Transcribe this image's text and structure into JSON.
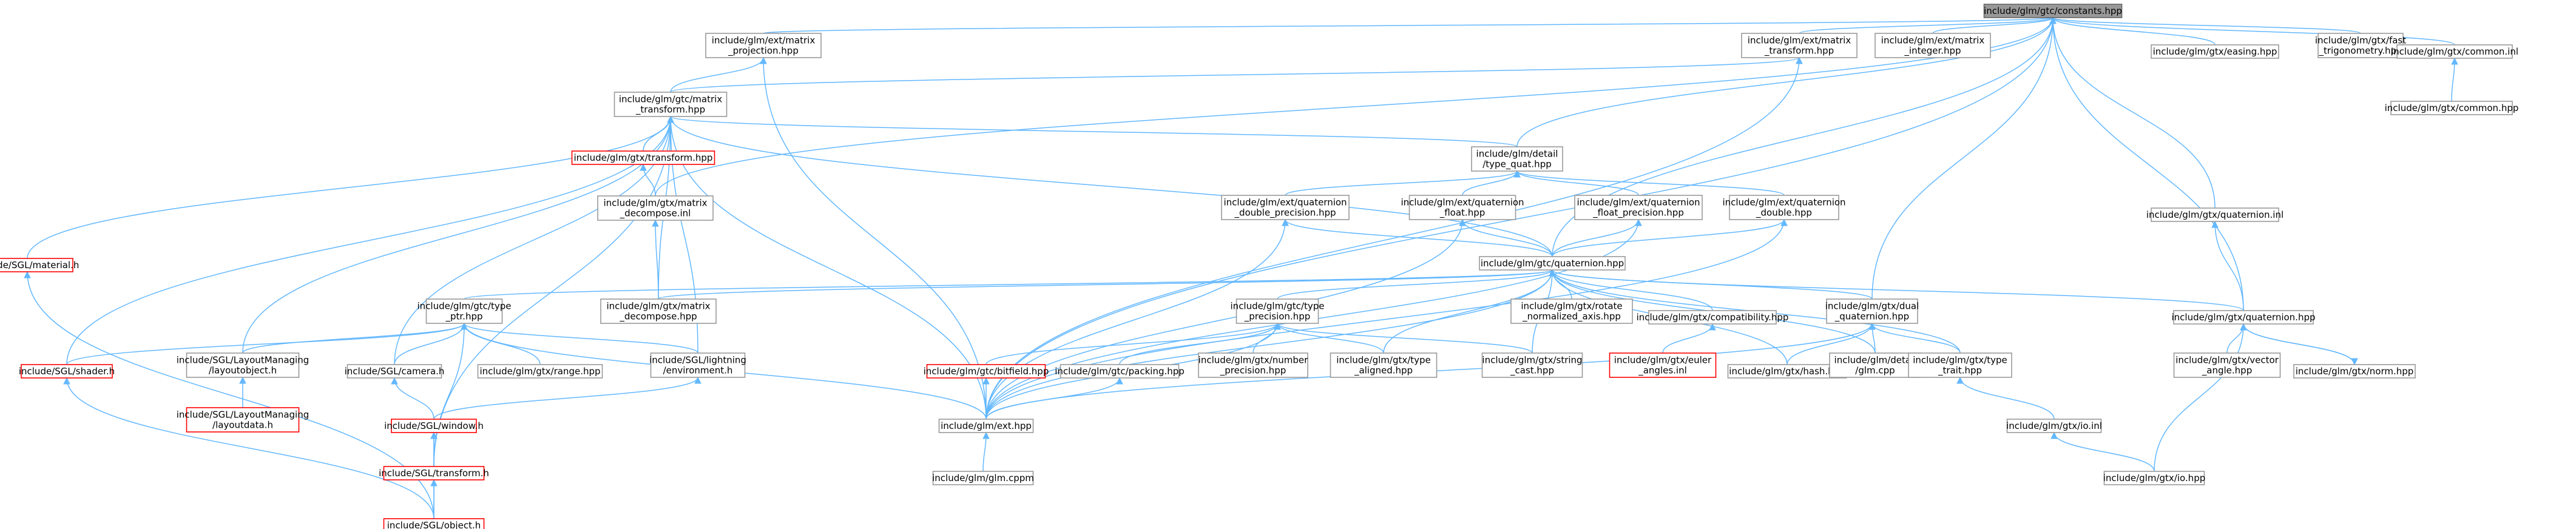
{
  "graph": {
    "nodes": [
      {
        "id": "root",
        "lines": [
          "include/glm/gtc/constants.hpp"
        ],
        "style": "root"
      },
      {
        "id": "proj",
        "lines": [
          "include/glm/ext/matrix",
          "_projection.hpp"
        ]
      },
      {
        "id": "xform",
        "lines": [
          "include/glm/ext/matrix",
          "_transform.hpp"
        ]
      },
      {
        "id": "mint",
        "lines": [
          "include/glm/ext/matrix",
          "_integer.hpp"
        ]
      },
      {
        "id": "easing",
        "lines": [
          "include/glm/gtx/easing.hpp"
        ]
      },
      {
        "id": "fasttrig",
        "lines": [
          "include/glm/gtx/fast",
          "_trigonometry.hpp"
        ]
      },
      {
        "id": "cominl",
        "lines": [
          "include/glm/gtx/common.inl"
        ]
      },
      {
        "id": "comhpp",
        "lines": [
          "include/glm/gtx/common.hpp"
        ]
      },
      {
        "id": "gtcmt",
        "lines": [
          "include/glm/gtc/matrix",
          "_transform.hpp"
        ]
      },
      {
        "id": "gtxtr",
        "lines": [
          "include/glm/gtx/transform.hpp"
        ],
        "style": "red"
      },
      {
        "id": "dquat",
        "lines": [
          "include/glm/detail",
          "/type_quat.hpp"
        ]
      },
      {
        "id": "mdinl",
        "lines": [
          "include/glm/gtx/matrix",
          "_decompose.inl"
        ]
      },
      {
        "id": "qdp",
        "lines": [
          "include/glm/ext/quaternion",
          "_double_precision.hpp"
        ]
      },
      {
        "id": "qf",
        "lines": [
          "include/glm/ext/quaternion",
          "_float.hpp"
        ]
      },
      {
        "id": "qfp",
        "lines": [
          "include/glm/ext/quaternion",
          "_float_precision.hpp"
        ]
      },
      {
        "id": "qd",
        "lines": [
          "include/glm/ext/quaternion",
          "_double.hpp"
        ]
      },
      {
        "id": "qinl",
        "lines": [
          "include/glm/gtx/quaternion.inl"
        ]
      },
      {
        "id": "material",
        "lines": [
          "include/SGL/material.h"
        ],
        "style": "red"
      },
      {
        "id": "gtcq",
        "lines": [
          "include/glm/gtc/quaternion.hpp"
        ]
      },
      {
        "id": "typeptr",
        "lines": [
          "include/glm/gtc/type",
          "_ptr.hpp"
        ]
      },
      {
        "id": "mdhpp",
        "lines": [
          "include/glm/gtx/matrix",
          "_decompose.hpp"
        ]
      },
      {
        "id": "rotnorm",
        "lines": [
          "include/glm/gtx/rotate",
          "_normalized_axis.hpp"
        ]
      },
      {
        "id": "compat",
        "lines": [
          "include/glm/gtx/compatibility.hpp"
        ]
      },
      {
        "id": "dualq",
        "lines": [
          "include/glm/gtx/dual",
          "_quaternion.hpp"
        ]
      },
      {
        "id": "gtxq",
        "lines": [
          "include/glm/gtx/quaternion.hpp"
        ]
      },
      {
        "id": "typeprec",
        "lines": [
          "include/glm/gtc/type",
          "_precision.hpp"
        ]
      },
      {
        "id": "shader",
        "lines": [
          "include/SGL/shader.h"
        ],
        "style": "red"
      },
      {
        "id": "lmobj",
        "lines": [
          "include/SGL/LayoutManaging",
          "/layoutobject.h"
        ]
      },
      {
        "id": "camera",
        "lines": [
          "include/SGL/camera.h"
        ]
      },
      {
        "id": "range",
        "lines": [
          "include/glm/gtx/range.hpp"
        ]
      },
      {
        "id": "lighting",
        "lines": [
          "include/SGL/lightning",
          "/environment.h"
        ]
      },
      {
        "id": "bitfield",
        "lines": [
          "include/glm/gtc/bitfield.hpp"
        ],
        "style": "red"
      },
      {
        "id": "packing",
        "lines": [
          "include/glm/gtc/packing.hpp"
        ]
      },
      {
        "id": "numprec",
        "lines": [
          "include/glm/gtx/number",
          "_precision.hpp"
        ]
      },
      {
        "id": "tyal",
        "lines": [
          "include/glm/gtx/type",
          "_aligned.hpp"
        ]
      },
      {
        "id": "strcast",
        "lines": [
          "include/glm/gtx/string",
          "_cast.hpp"
        ]
      },
      {
        "id": "euler",
        "lines": [
          "include/glm/gtx/euler",
          "_angles.inl"
        ],
        "style": "red"
      },
      {
        "id": "hash",
        "lines": [
          "include/glm/gtx/hash.hpp"
        ]
      },
      {
        "id": "glmcpp",
        "lines": [
          "include/glm/detail",
          "/glm.cpp"
        ]
      },
      {
        "id": "trait",
        "lines": [
          "include/glm/gtx/type",
          "_trait.hpp"
        ]
      },
      {
        "id": "vangle",
        "lines": [
          "include/glm/gtx/vector",
          "_angle.hpp"
        ]
      },
      {
        "id": "norm",
        "lines": [
          "include/glm/gtx/norm.hpp"
        ]
      },
      {
        "id": "lmdata",
        "lines": [
          "include/SGL/LayoutManaging",
          "/layoutdata.h"
        ],
        "style": "red"
      },
      {
        "id": "window",
        "lines": [
          "include/SGL/window.h"
        ],
        "style": "red"
      },
      {
        "id": "ext",
        "lines": [
          "include/glm/ext.hpp"
        ]
      },
      {
        "id": "ioinl",
        "lines": [
          "include/glm/gtx/io.inl"
        ]
      },
      {
        "id": "sgltr",
        "lines": [
          "include/SGL/transform.h"
        ],
        "style": "red"
      },
      {
        "id": "cppm",
        "lines": [
          "include/glm/glm.cppm"
        ]
      },
      {
        "id": "iohpp",
        "lines": [
          "include/glm/gtx/io.hpp"
        ]
      },
      {
        "id": "object",
        "lines": [
          "include/SGL/object.h"
        ],
        "style": "red"
      }
    ],
    "edges": [
      [
        "root",
        "proj"
      ],
      [
        "root",
        "xform"
      ],
      [
        "root",
        "mint"
      ],
      [
        "root",
        "easing"
      ],
      [
        "root",
        "fasttrig"
      ],
      [
        "root",
        "cominl"
      ],
      [
        "root",
        "dquat"
      ],
      [
        "root",
        "mdinl"
      ],
      [
        "root",
        "gtcq"
      ],
      [
        "root",
        "dualq"
      ],
      [
        "root",
        "qinl"
      ],
      [
        "root",
        "gtxq"
      ],
      [
        "root",
        "ext"
      ],
      [
        "cominl",
        "comhpp"
      ],
      [
        "proj",
        "gtcmt"
      ],
      [
        "proj",
        "ext"
      ],
      [
        "xform",
        "gtcmt"
      ],
      [
        "xform",
        "ext"
      ],
      [
        "gtcmt",
        "gtxtr"
      ],
      [
        "gtcmt",
        "dquat"
      ],
      [
        "gtcmt",
        "material"
      ],
      [
        "gtcmt",
        "shader"
      ],
      [
        "gtcmt",
        "lmobj"
      ],
      [
        "gtcmt",
        "camera"
      ],
      [
        "gtcmt",
        "lighting"
      ],
      [
        "gtcmt",
        "sgltr"
      ],
      [
        "gtcmt",
        "mdhpp"
      ],
      [
        "gtcmt",
        "gtcq"
      ],
      [
        "gtcmt",
        "ext"
      ],
      [
        "gtxtr",
        "mdinl"
      ],
      [
        "mdinl",
        "mdhpp"
      ],
      [
        "dquat",
        "qdp"
      ],
      [
        "dquat",
        "qf"
      ],
      [
        "dquat",
        "qfp"
      ],
      [
        "dquat",
        "qd"
      ],
      [
        "qdp",
        "gtcq"
      ],
      [
        "qdp",
        "ext"
      ],
      [
        "qf",
        "gtcq"
      ],
      [
        "qf",
        "ext"
      ],
      [
        "qfp",
        "gtcq"
      ],
      [
        "qfp",
        "ext"
      ],
      [
        "qd",
        "gtcq"
      ],
      [
        "qd",
        "ext"
      ],
      [
        "qinl",
        "gtxq"
      ],
      [
        "gtcq",
        "typeptr"
      ],
      [
        "gtcq",
        "mdhpp"
      ],
      [
        "gtcq",
        "rotnorm"
      ],
      [
        "gtcq",
        "compat"
      ],
      [
        "gtcq",
        "dualq"
      ],
      [
        "gtcq",
        "gtxq"
      ],
      [
        "gtcq",
        "typeprec"
      ],
      [
        "gtcq",
        "tyal"
      ],
      [
        "gtcq",
        "strcast"
      ],
      [
        "gtcq",
        "hash"
      ],
      [
        "gtcq",
        "glmcpp"
      ],
      [
        "gtcq",
        "trait"
      ],
      [
        "gtcq",
        "ext"
      ],
      [
        "typeptr",
        "shader"
      ],
      [
        "typeptr",
        "lmobj"
      ],
      [
        "typeptr",
        "camera"
      ],
      [
        "typeptr",
        "range"
      ],
      [
        "typeptr",
        "lighting"
      ],
      [
        "typeptr",
        "sgltr"
      ],
      [
        "typeptr",
        "ext"
      ],
      [
        "typeprec",
        "bitfield"
      ],
      [
        "typeprec",
        "packing"
      ],
      [
        "typeprec",
        "numprec"
      ],
      [
        "typeprec",
        "tyal"
      ],
      [
        "typeprec",
        "strcast"
      ],
      [
        "typeprec",
        "ext"
      ],
      [
        "compat",
        "euler"
      ],
      [
        "dualq",
        "hash"
      ],
      [
        "dualq",
        "glmcpp"
      ],
      [
        "dualq",
        "trait"
      ],
      [
        "dualq",
        "ext"
      ],
      [
        "gtxq",
        "vangle"
      ],
      [
        "gtxq",
        "norm"
      ],
      [
        "gtxq",
        "iohpp"
      ],
      [
        "norm",
        "gtxq"
      ],
      [
        "trait",
        "ioinl"
      ],
      [
        "ioinl",
        "iohpp"
      ],
      [
        "lmobj",
        "lmdata"
      ],
      [
        "lighting",
        "window"
      ],
      [
        "camera",
        "window"
      ],
      [
        "window",
        "sgltr"
      ],
      [
        "window",
        "object"
      ],
      [
        "sgltr",
        "object"
      ],
      [
        "shader",
        "object"
      ],
      [
        "material",
        "object"
      ],
      [
        "bitfield",
        "ext"
      ],
      [
        "packing",
        "ext"
      ],
      [
        "ext",
        "cppm"
      ]
    ]
  }
}
